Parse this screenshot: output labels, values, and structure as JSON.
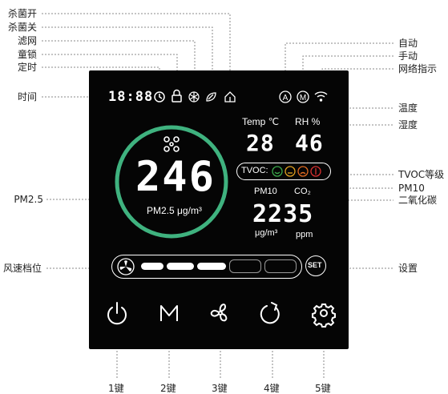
{
  "left_labels": [
    {
      "key": "sterilize_on",
      "text": "杀菌开"
    },
    {
      "key": "sterilize_off",
      "text": "杀菌关"
    },
    {
      "key": "filter",
      "text": "滤网"
    },
    {
      "key": "child_lock",
      "text": "童锁"
    },
    {
      "key": "timer",
      "text": "定时"
    },
    {
      "key": "time",
      "text": "时间"
    },
    {
      "key": "pm25",
      "text": "PM2.5"
    },
    {
      "key": "fan_level",
      "text": "风速档位"
    }
  ],
  "right_labels": [
    {
      "key": "auto",
      "text": "自动"
    },
    {
      "key": "manual",
      "text": "手动"
    },
    {
      "key": "network",
      "text": "网络指示"
    },
    {
      "key": "temperature",
      "text": "温度"
    },
    {
      "key": "humidity",
      "text": "湿度"
    },
    {
      "key": "tvoc_level",
      "text": "TVOC等级"
    },
    {
      "key": "pm10",
      "text": "PM10"
    },
    {
      "key": "co2",
      "text": "二氧化碳"
    },
    {
      "key": "settings",
      "text": "设置"
    }
  ],
  "bottom_labels": [
    "1键",
    "2键",
    "3键",
    "4键",
    "5键"
  ],
  "display": {
    "clock": "18:88",
    "pm25_value": "246",
    "pm25_unit": "PM2.5 μg/m³",
    "temp_label": "Temp ℃",
    "temp_value": "28",
    "rh_label": "RH %",
    "rh_value": "46",
    "tvoc_label": "TVOC:",
    "pm10_label": "PM10",
    "co2_label": "CO₂",
    "pm10_co2_value": "2235",
    "pm10_unit": "μg/m³",
    "co2_unit": "ppm",
    "set_label": "SET",
    "mode_auto": "A",
    "mode_manual": "M"
  },
  "colors": {
    "ring": "#3fb27f",
    "tvoc_good": "#3aa84a",
    "tvoc_mid": "#e0a020",
    "tvoc_bad": "#e06a20",
    "tvoc_worst": "#d83030",
    "panel": "#050505"
  },
  "fan_level": {
    "filled": 3,
    "total": 5
  }
}
